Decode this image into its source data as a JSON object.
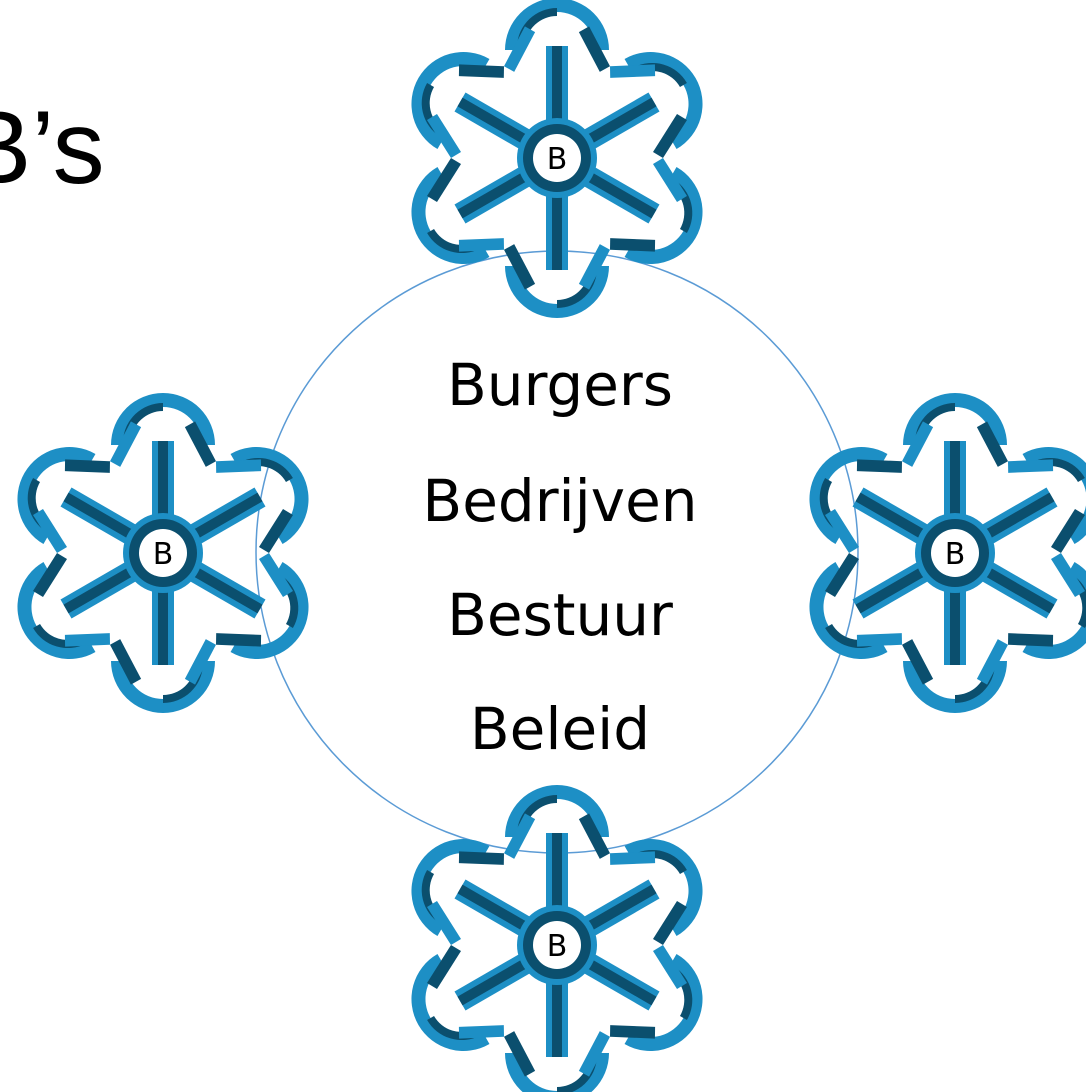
{
  "title": "B’s",
  "center_items": [
    "Burgers",
    "Bedrijven",
    "Bestuur",
    "Beleid"
  ],
  "snowflake_letter": "B",
  "colors": {
    "light_blue": "#1d8fc5",
    "dark_blue": "#0b4f6e",
    "circle_stroke": "#5b9bd5",
    "text": "#000000"
  },
  "icons": [
    "snowflake-icon-top",
    "snowflake-icon-left",
    "snowflake-icon-right",
    "snowflake-icon-bottom"
  ]
}
